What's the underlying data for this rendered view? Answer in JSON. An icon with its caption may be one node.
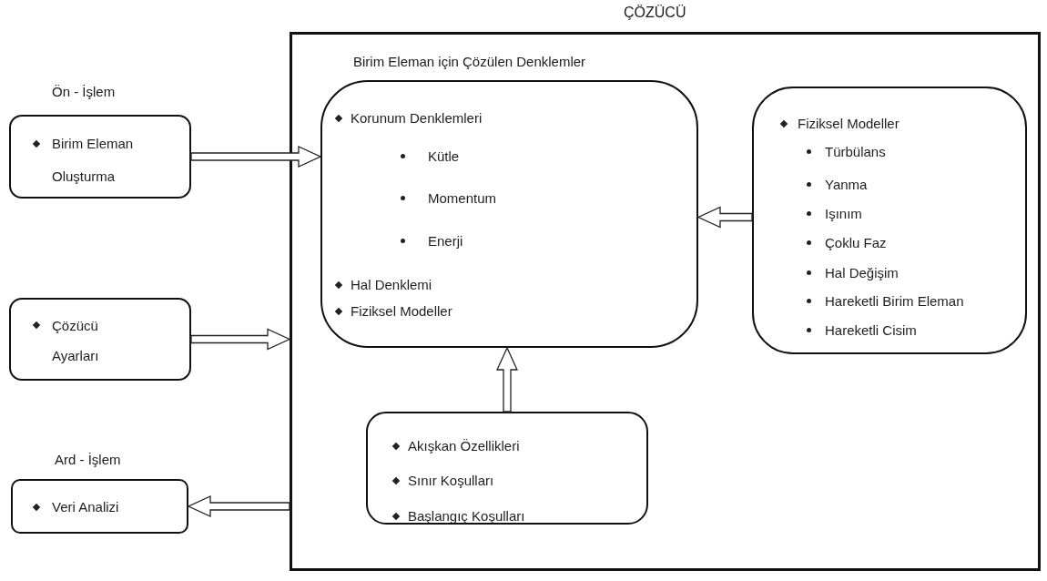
{
  "diagram": {
    "nodes": [
      {
        "text": [
          "ÇÖZÜCÜ"
        ]
      },
      {
        "text": [
          "Birim Eleman için Çözülen Denklemler",
          "Korunum Denklemleri",
          "Kütle",
          "Momentum",
          "Enerji",
          "Hal Denklemi",
          "Fiziksel Modeller"
        ],
        "in": 0
      },
      {
        "text": [
          "Fiziksel Modeller",
          "Türbülans",
          "Yanma",
          "Işınım",
          "Çoklu Faz",
          "Hal Değişim",
          "Hareketli Birim Eleman",
          "Hareketli Cisim"
        ],
        "in": 0
      },
      {
        "text": [
          "Akışkan Özellikleri",
          "Sınır Koşulları",
          "Başlangıç Koşulları"
        ],
        "in": 0
      },
      {
        "text": [
          "Ön - İşlem",
          "Birim Eleman Oluşturma"
        ]
      },
      {
        "text": [
          "Çözücü Ayarları"
        ]
      },
      {
        "text": [
          "Ard - İşlem",
          "Veri Analizi"
        ]
      }
    ],
    "edges": [
      {
        "from": 4,
        "to": 1,
        "arrow": "to"
      },
      {
        "from": 5,
        "to": 0,
        "arrow": "to"
      },
      {
        "from": 0,
        "to": 6,
        "arrow": "to"
      },
      {
        "from": 2,
        "to": 1,
        "arrow": "to"
      },
      {
        "from": 3,
        "to": 1,
        "arrow": "to"
      }
    ]
  }
}
